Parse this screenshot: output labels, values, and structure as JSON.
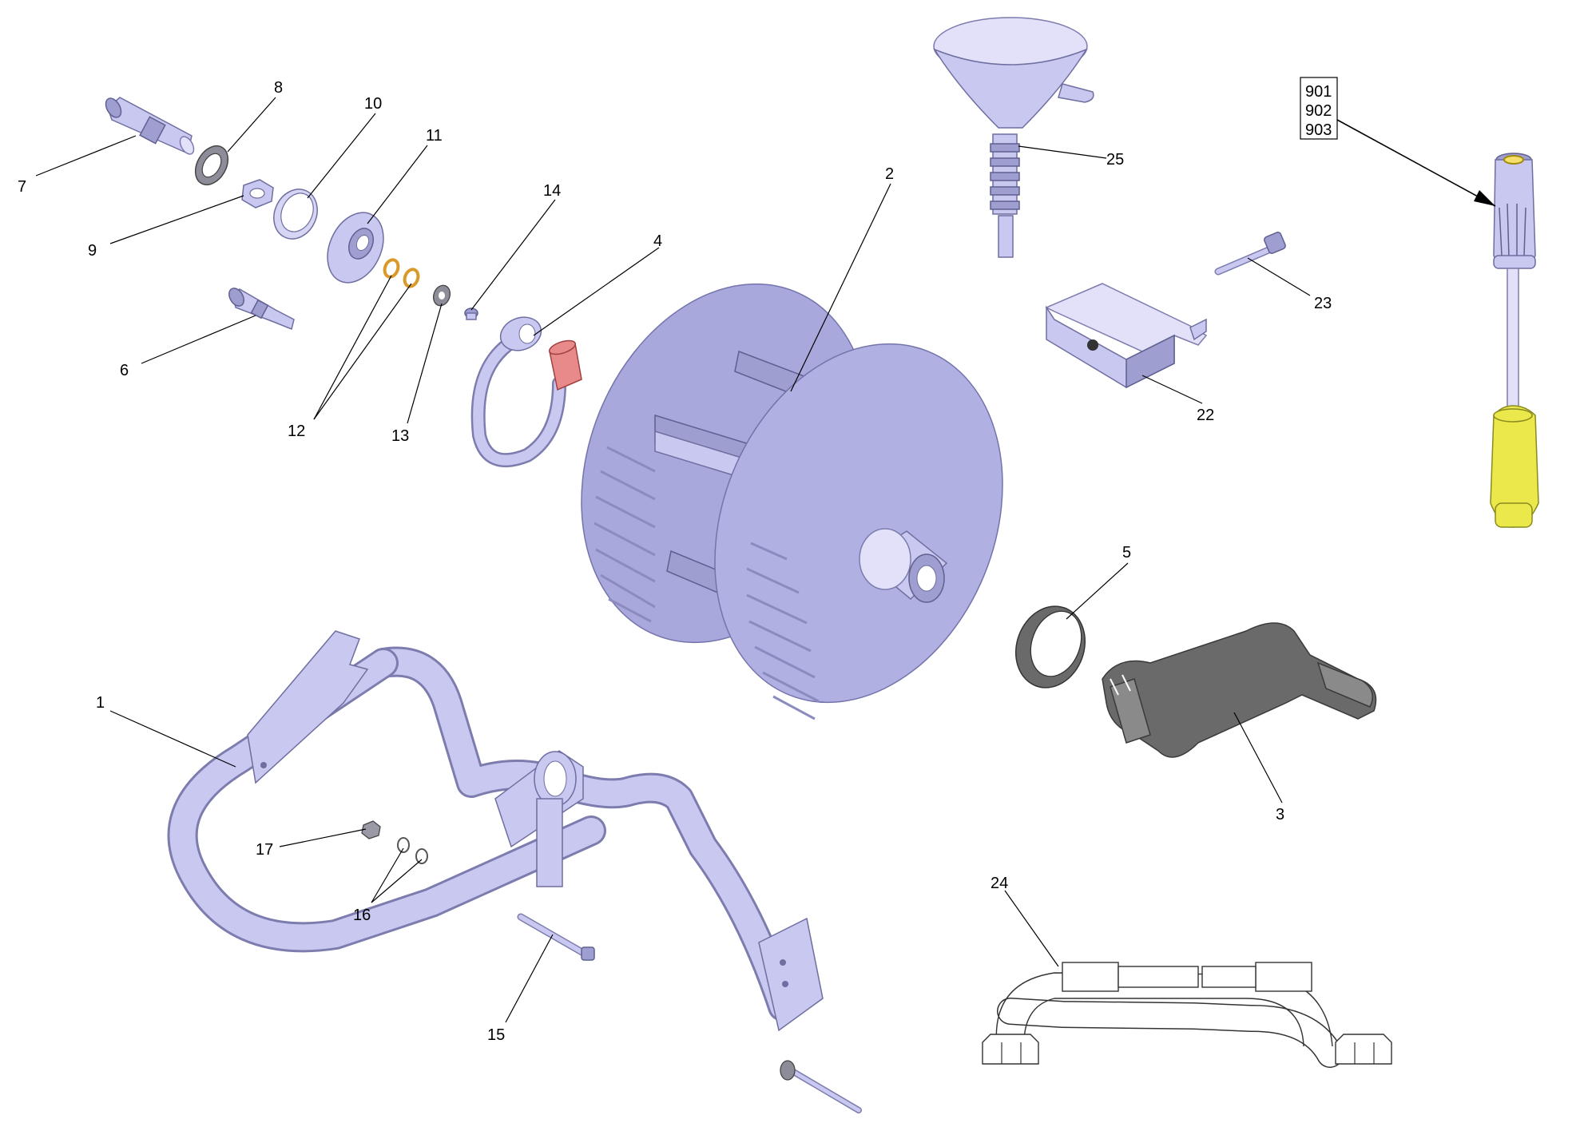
{
  "labels": {
    "l1": "1",
    "l2": "2",
    "l3": "3",
    "l4": "4",
    "l5": "5",
    "l6": "6",
    "l7": "7",
    "l8": "8",
    "l9": "9",
    "l10": "10",
    "l11": "11",
    "l12": "12",
    "l13": "13",
    "l14": "14",
    "l15": "15",
    "l16": "16",
    "l17": "17",
    "l22": "22",
    "l23": "23",
    "l24": "24",
    "l25": "25"
  },
  "kit_box": {
    "lines": [
      "901",
      "902",
      "903"
    ]
  },
  "colors": {
    "part_fill": "#c9c8f0",
    "part_dark": "#9f9ed0",
    "crank": "#6a6a6a",
    "grip_yellow": "#eae84a",
    "connector_red": "#e98a8a",
    "seal_orange": "#d99a2a"
  }
}
